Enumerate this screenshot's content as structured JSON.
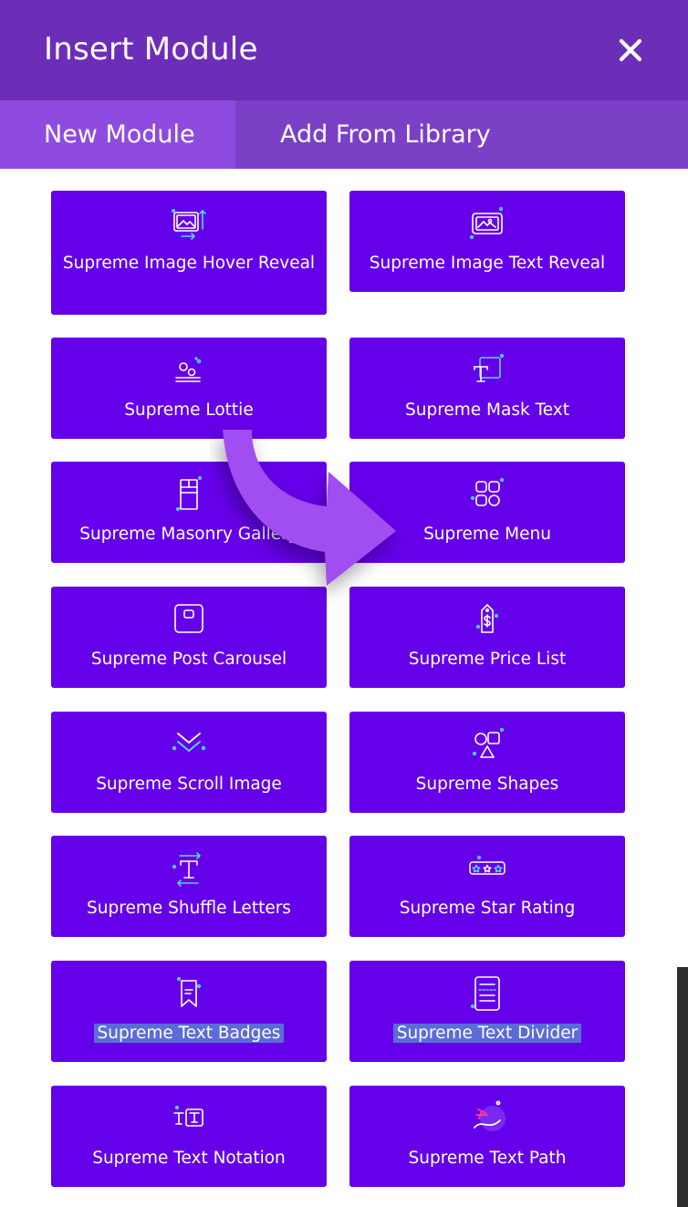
{
  "dialog": {
    "title": "Insert Module",
    "close_label": "close"
  },
  "tabs": [
    {
      "label": "New Module",
      "active": true
    },
    {
      "label": "Add From Library",
      "active": false
    }
  ],
  "modules": [
    {
      "label": "Supreme Image Hover Reveal",
      "icon": "image-hover-reveal-icon"
    },
    {
      "label": "Supreme Image Text Reveal",
      "icon": "image-text-reveal-icon"
    },
    {
      "label": "Supreme Lottie",
      "icon": "lottie-icon"
    },
    {
      "label": "Supreme Mask Text",
      "icon": "mask-text-icon"
    },
    {
      "label": "Supreme Masonry Gallery",
      "icon": "masonry-gallery-icon"
    },
    {
      "label": "Supreme Menu",
      "icon": "menu-icon"
    },
    {
      "label": "Supreme Post Carousel",
      "icon": "post-carousel-icon"
    },
    {
      "label": "Supreme Price List",
      "icon": "price-list-icon"
    },
    {
      "label": "Supreme Scroll Image",
      "icon": "scroll-image-icon"
    },
    {
      "label": "Supreme Shapes",
      "icon": "shapes-icon"
    },
    {
      "label": "Supreme Shuffle Letters",
      "icon": "shuffle-letters-icon"
    },
    {
      "label": "Supreme Star Rating",
      "icon": "star-rating-icon"
    },
    {
      "label": "Supreme Text Badges",
      "icon": "text-badges-icon",
      "highlighted": true
    },
    {
      "label": "Supreme Text Divider",
      "icon": "text-divider-icon",
      "highlighted": true
    },
    {
      "label": "Supreme Text Notation",
      "icon": "text-notation-icon"
    },
    {
      "label": "Supreme Text Path",
      "icon": "text-path-icon"
    }
  ],
  "colors": {
    "header": "#6c2eb9",
    "tab_bar": "#7b40c6",
    "tab_active": "#8f4ae0",
    "card": "#6500ea",
    "icon_accent": "#55d8f0",
    "arrow": "#a04ef2",
    "text_highlight": "#5b6cd9"
  }
}
